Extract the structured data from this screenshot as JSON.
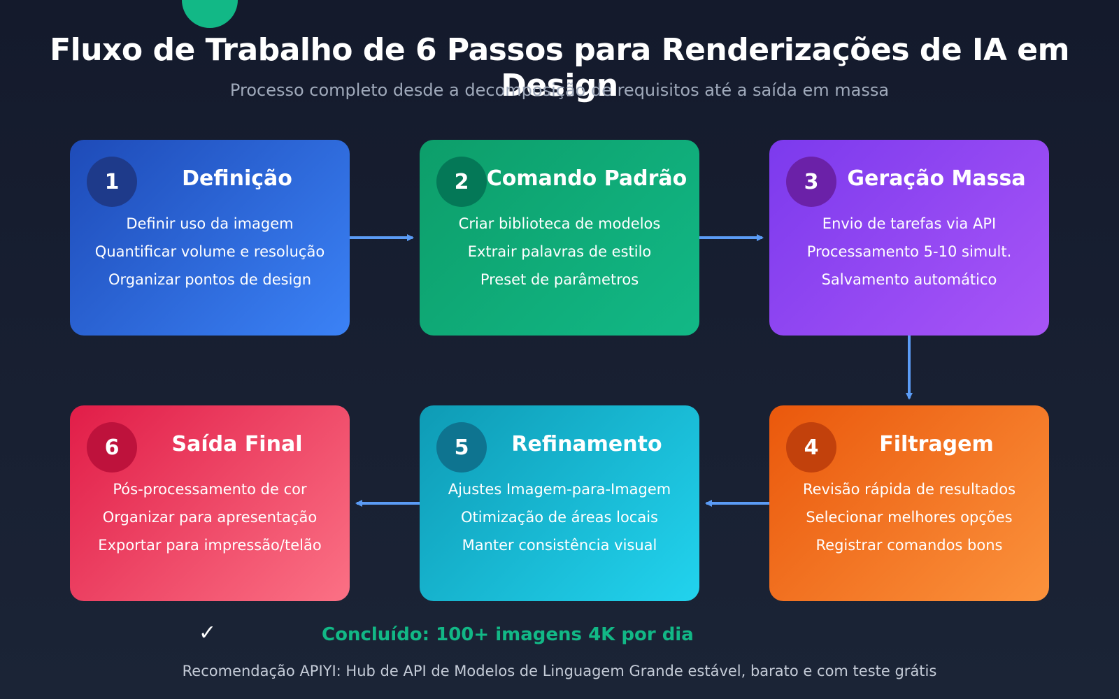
{
  "title": "Fluxo de Trabalho de 6 Passos para Renderizações de IA em Design",
  "subtitle": "Processo completo desde a decomposição de requisitos até a saída em massa",
  "colors": {
    "background": "#141a2c",
    "accent": "#12b886",
    "arrow": "#5b9cf6",
    "step1": "#2563eb",
    "step2": "#10b981",
    "step3": "#9333ea",
    "step4": "#f97316",
    "step5": "#06b6d4",
    "step6": "#f43f5e"
  },
  "steps": [
    {
      "number": "1",
      "title": "Definição",
      "items": [
        "Definir uso da imagem",
        "Quantificar volume e resolução",
        "Organizar pontos de design"
      ]
    },
    {
      "number": "2",
      "title": "Comando Padrão",
      "items": [
        "Criar biblioteca de modelos",
        "Extrair palavras de estilo",
        "Preset de parâmetros"
      ]
    },
    {
      "number": "3",
      "title": "Geração Massa",
      "items": [
        "Envio de tarefas via API",
        "Processamento 5-10 simult.",
        "Salvamento automático"
      ]
    },
    {
      "number": "4",
      "title": "Filtragem",
      "items": [
        "Revisão rápida de resultados",
        "Selecionar melhores opções",
        "Registrar comandos bons"
      ]
    },
    {
      "number": "5",
      "title": "Refinamento",
      "items": [
        "Ajustes Imagem-para-Imagem",
        "Otimização de áreas locais",
        "Manter consistência visual"
      ]
    },
    {
      "number": "6",
      "title": "Saída Final",
      "items": [
        "Pós-processamento de cor",
        "Organizar para apresentação",
        "Exportar para impressão/telão"
      ]
    }
  ],
  "completion": {
    "icon": "check-icon",
    "mark": "✓",
    "text": "Concluído: 100+ imagens 4K por dia"
  },
  "footer": "Recomendação APIYI: Hub de API de Modelos de Linguagem Grande estável, barato e com teste grátis"
}
